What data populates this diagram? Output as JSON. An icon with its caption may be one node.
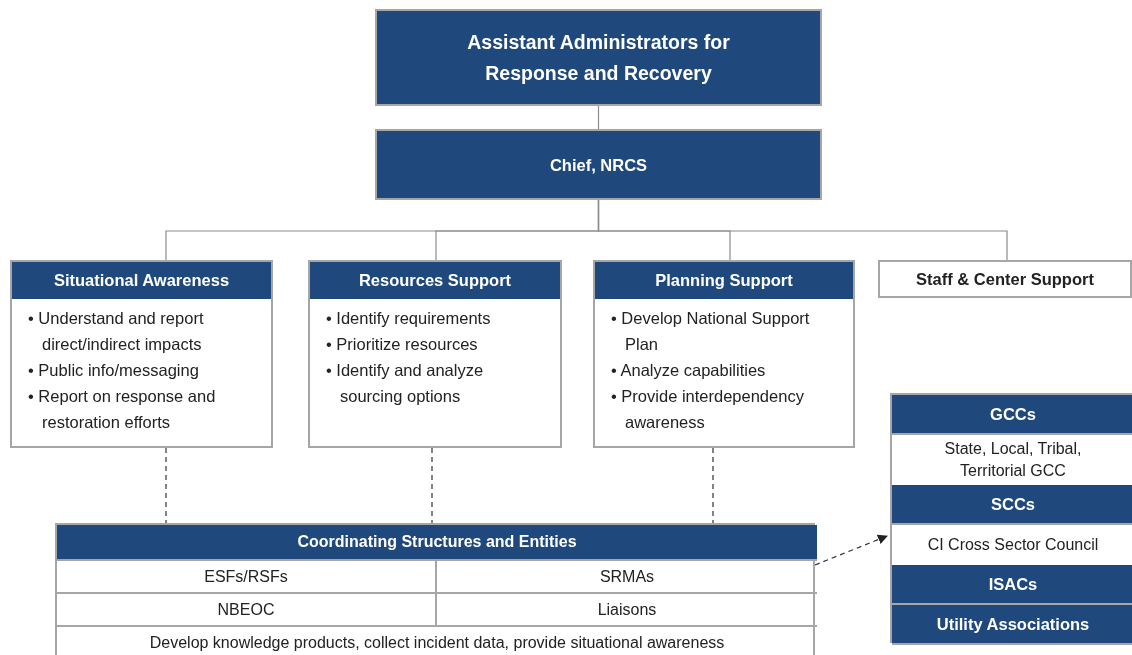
{
  "diagram": {
    "nodes": [
      {
        "text": [
          "Assistant Administrators for Response and Recovery"
        ]
      },
      {
        "text": [
          "Chief, NRCS"
        ]
      },
      {
        "text": [
          "Situational Awareness",
          "• Understand and report direct/indirect impacts",
          "• Public info/messaging",
          "• Report on response and restoration efforts"
        ]
      },
      {
        "text": [
          "Resources Support",
          "• Identify requirements",
          "• Prioritize resources",
          "• Identify and analyze sourcing options"
        ]
      },
      {
        "text": [
          "Planning Support",
          "• Develop National Support Plan",
          "• Analyze capabilities",
          "• Provide interdependency awareness"
        ]
      },
      {
        "text": [
          "Staff & Center Support"
        ]
      },
      {
        "text": [
          "Coordinating Structures and Entities",
          "ESFs/RSFs",
          "SRMAs",
          "NBEOC",
          "Liaisons",
          "Develop knowledge products, collect incident data, provide situational awareness"
        ]
      },
      {
        "text": [],
        "shape": "box"
      },
      {
        "text": [
          "GCCs"
        ],
        "in": 7
      },
      {
        "text": [
          "State, Local, Tribal, Territorial GCC"
        ],
        "in": 7
      },
      {
        "text": [
          "SCCs"
        ],
        "in": 7
      },
      {
        "text": [
          "CI Cross Sector Council"
        ],
        "in": 7
      },
      {
        "text": [
          "ISACs"
        ],
        "in": 7
      },
      {
        "text": [
          "Utility Associations"
        ],
        "in": 7
      }
    ],
    "edges": [
      {
        "from": 0,
        "to": 1,
        "arrow": "none"
      },
      {
        "from": 1,
        "to": 2,
        "arrow": "none"
      },
      {
        "from": 1,
        "to": 3,
        "arrow": "none"
      },
      {
        "from": 1,
        "to": 4,
        "arrow": "none"
      },
      {
        "from": 1,
        "to": 5,
        "arrow": "none"
      },
      {
        "from": 2,
        "to": 6,
        "arrow": "none",
        "style": "dashed",
        "color": "#333333"
      },
      {
        "from": 3,
        "to": 6,
        "arrow": "none",
        "style": "dashed",
        "color": "#333333"
      },
      {
        "from": 4,
        "to": 6,
        "arrow": "none",
        "style": "dashed",
        "color": "#333333"
      },
      {
        "from": 6,
        "to": 7,
        "arrow": "to",
        "style": "dashed",
        "color": "#333333"
      }
    ]
  }
}
